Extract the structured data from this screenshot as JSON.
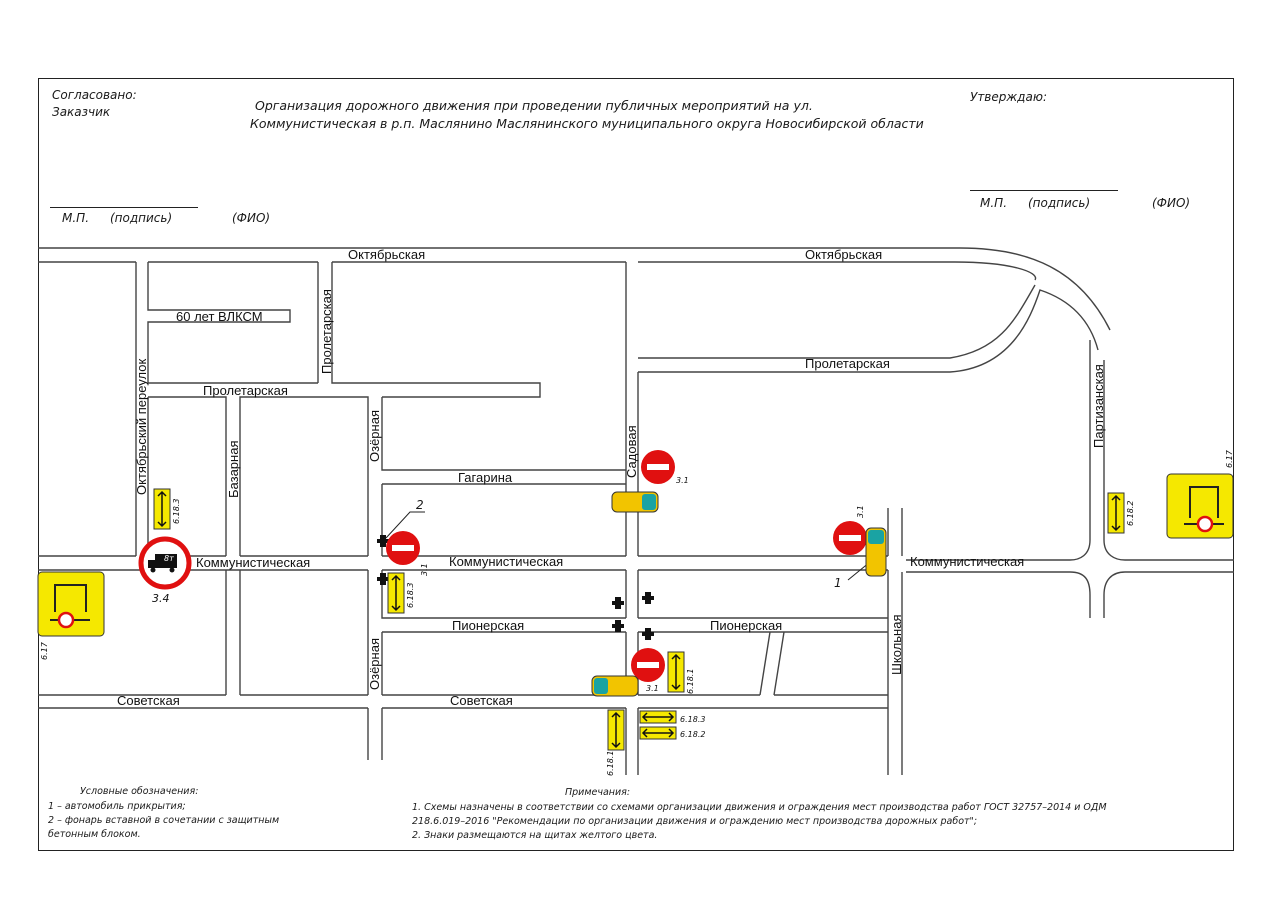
{
  "header": {
    "agreed_title": "Согласовано:",
    "agreed_role": "Заказчик",
    "approve_title": "Утверждаю:",
    "title_line1": "Организация дорожного движения при проведении публичных мероприятий на ул.",
    "title_line2": "Коммунистическая в р.п. Маслянино Маслянинского муниципального округа Новосибирской области",
    "left_sig": {
      "mp": "М.П.",
      "sign": "(подпись)",
      "fio": "(ФИО)"
    },
    "right_sig": {
      "mp": "М.П.",
      "sign": "(подпись)",
      "fio": "(ФИО)"
    }
  },
  "streets": {
    "oktyabrskaya_w": "Октябрьская",
    "oktyabrskaya_e": "Октябрьская",
    "vlksm": "60 лет ВЛКСМ",
    "proletarskaya_v": "Пролетарская",
    "proletarskaya_w": "Пролетарская",
    "proletarskaya_e": "Пролетарская",
    "oktyabrsky_per": "Октябрьский переулок",
    "bazarnaya": "Базарная",
    "ozernaya_n": "Озёрная",
    "ozernaya_s": "Озёрная",
    "gagarina": "Гагарина",
    "sadovaya": "Садовая",
    "partizanskaya": "Партизанская",
    "kommunisticheskaya_w": "Коммунистическая",
    "kommunisticheskaya_c": "Коммунистическая",
    "kommunisticheskaya_e": "Коммунистическая",
    "pionerskaya_w": "Пионерская",
    "pionerskaya_e": "Пионерская",
    "shkolnaya": "Школьная",
    "sovetskaya_w": "Советская",
    "sovetskaya_c": "Советская"
  },
  "sign_codes": {
    "s31_a": "3.1",
    "s31_b": "3.1",
    "s31_c": "3.1",
    "s31_d": "3.1",
    "s34": "3.4",
    "s34_label": "8т",
    "s617_w": "6.17",
    "s617_e": "6.17",
    "s6182_e": "6.18.2",
    "s6181_c": "6.18.1",
    "s6183": "6.18.3",
    "s6182_c": "6.18.2",
    "s6181_s": "6.18.1",
    "s6183_w": "6.18.3",
    "s6183_w2": "6.18.3"
  },
  "markers": {
    "m1": "1",
    "m2": "2"
  },
  "legend": {
    "title": "Условные обозначения:",
    "item1": "1 – автомобиль прикрытия;",
    "item2a": "2 – фонарь вставной в сочетании с защитным",
    "item2b": "бетонным блоком."
  },
  "notes": {
    "title": "Примечания:",
    "n1a": "1. Схемы назначены в соответствии со схемами организации движения и ограждения мест производства работ  ГОСТ 32757–2014 и ОДМ",
    "n1b": "218.6.019–2016 \"Рекомендации по организации движения и ограждению мест производства дорожных работ\";",
    "n2": "2. Знаки размещаются на щитах желтого цвета."
  },
  "colors": {
    "sign_yellow": "#f5e800",
    "sign_red": "#e01010",
    "car_yellow": "#f2c400",
    "car_teal": "#1aa3a3",
    "line": "#444444"
  }
}
